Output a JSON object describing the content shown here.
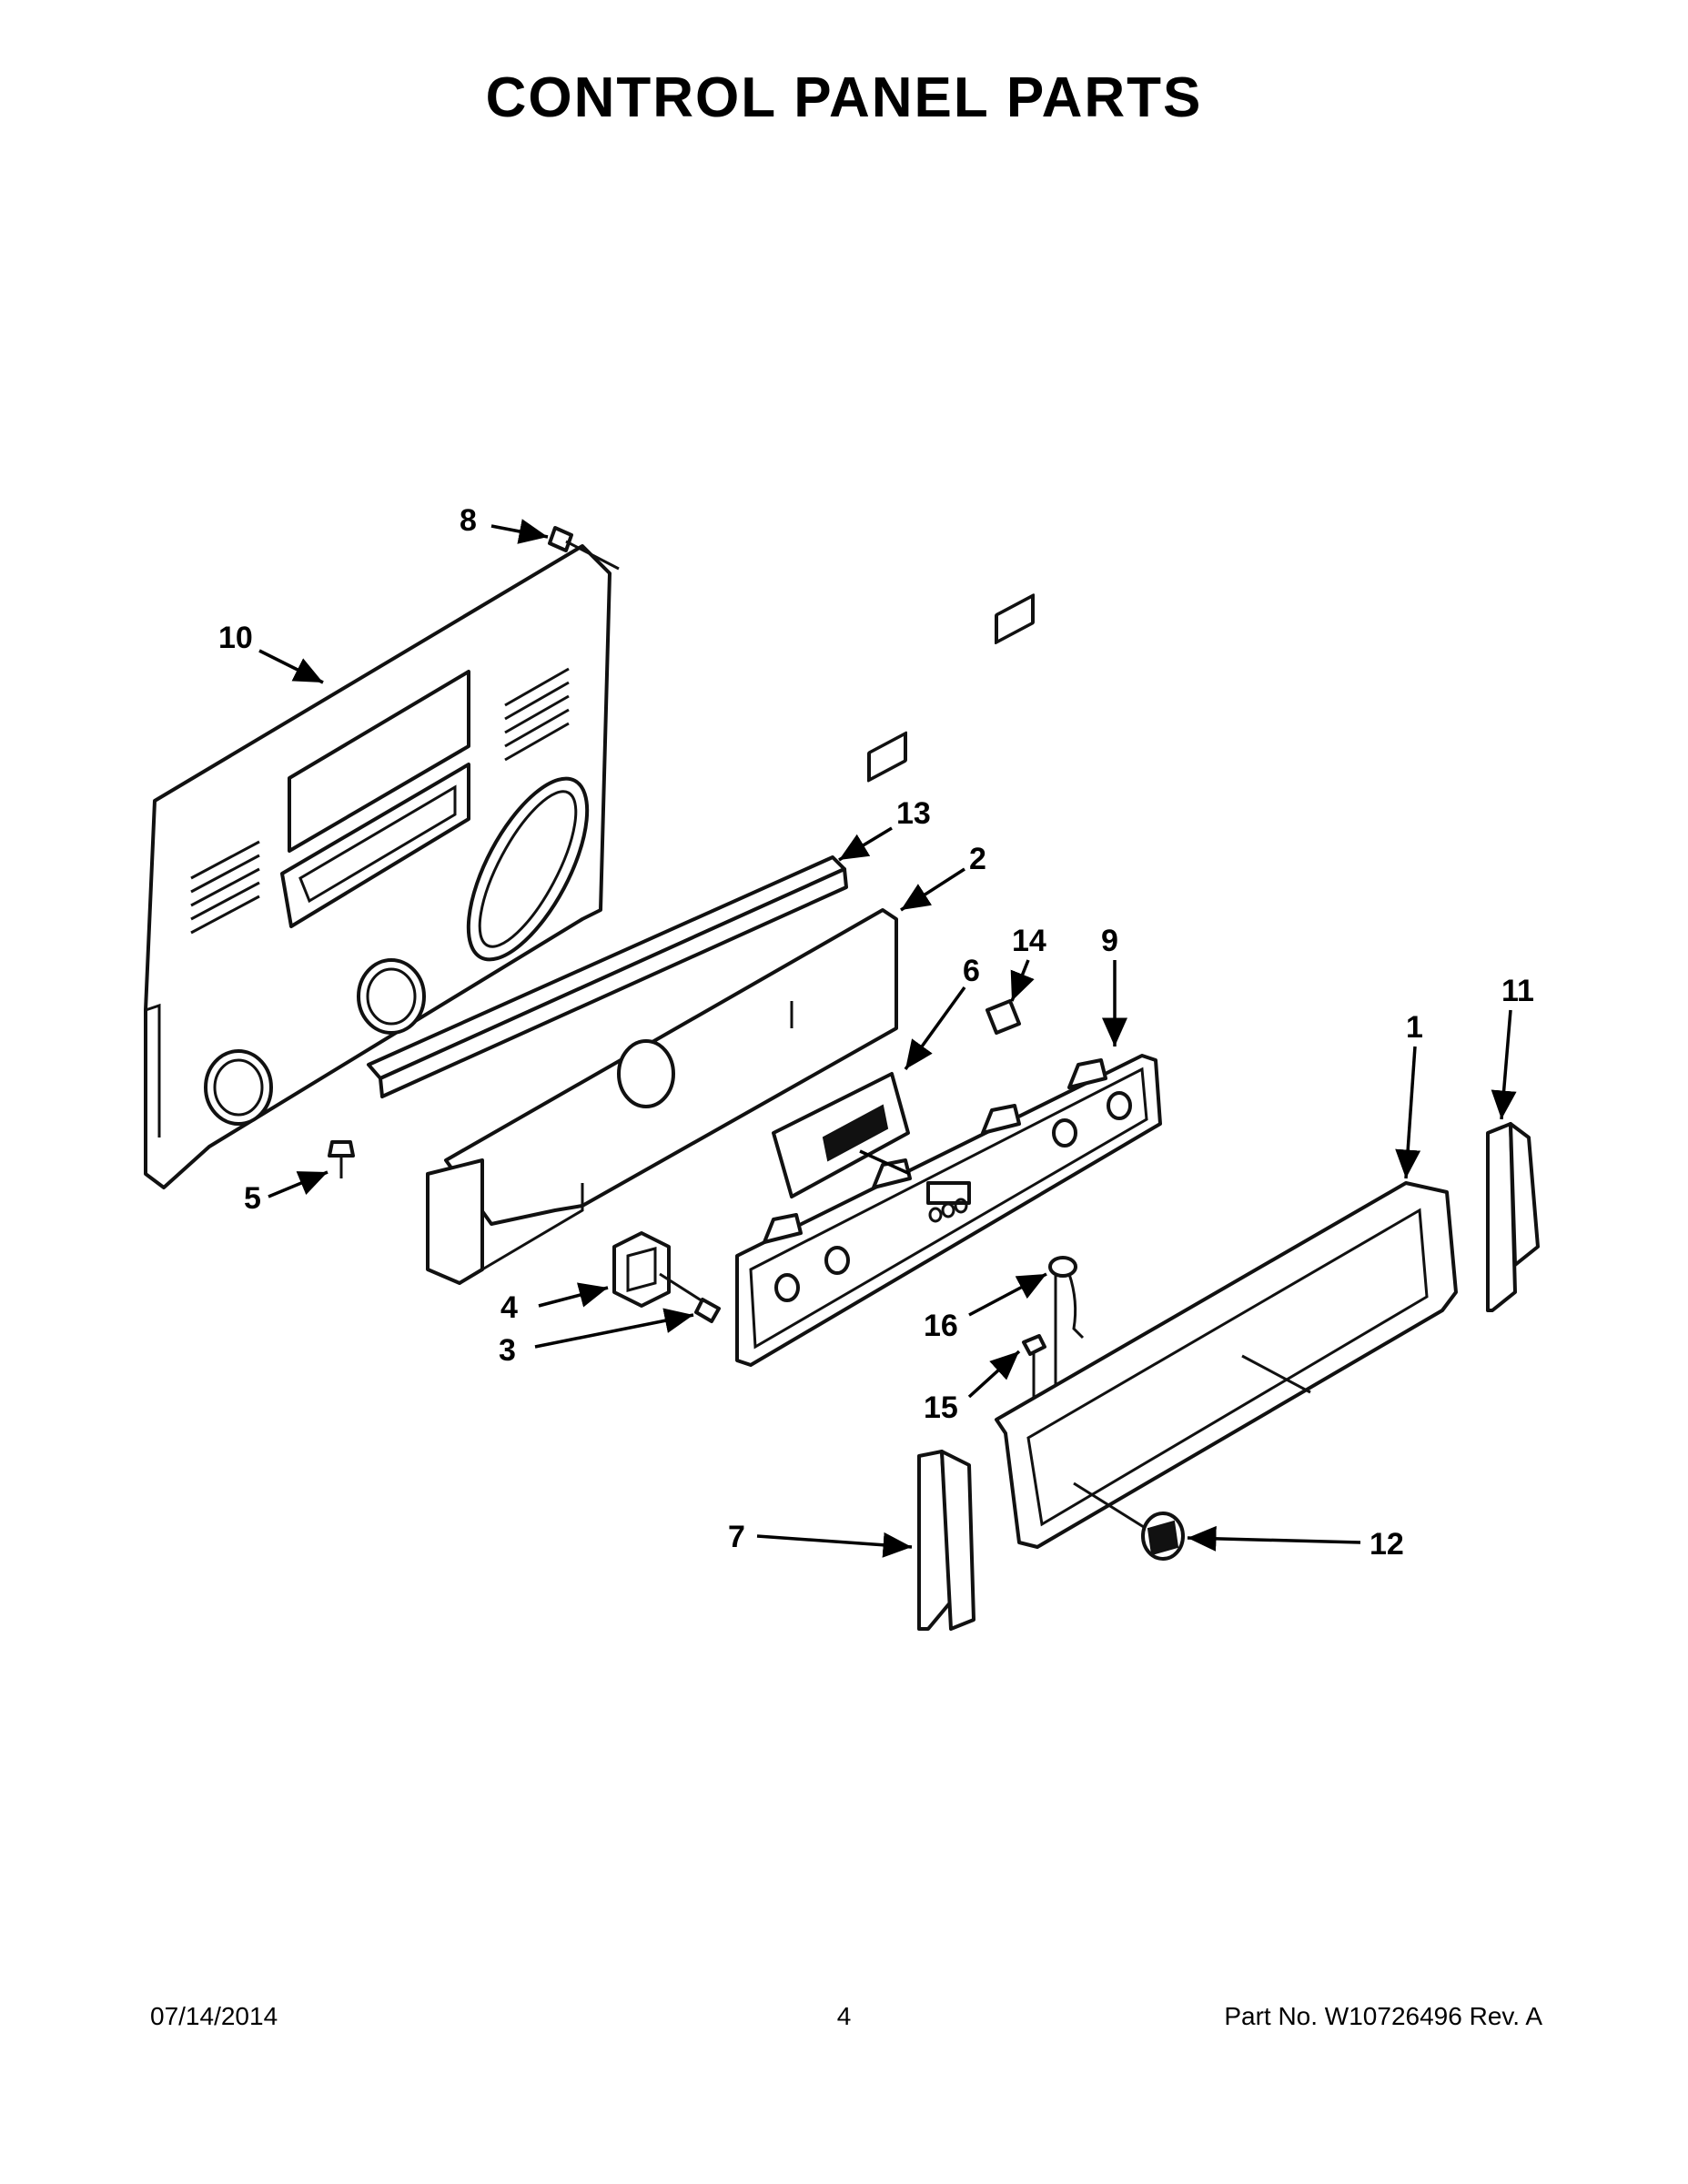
{
  "page": {
    "title": "CONTROL PANEL PARTS",
    "footer": {
      "date": "07/14/2014",
      "page_number": "4",
      "part_number": "Part No.  W10726496  Rev.  A"
    }
  },
  "callouts": [
    "1",
    "2",
    "3",
    "4",
    "5",
    "6",
    "7",
    "8",
    "9",
    "10",
    "11",
    "12",
    "13",
    "14",
    "15",
    "16"
  ]
}
